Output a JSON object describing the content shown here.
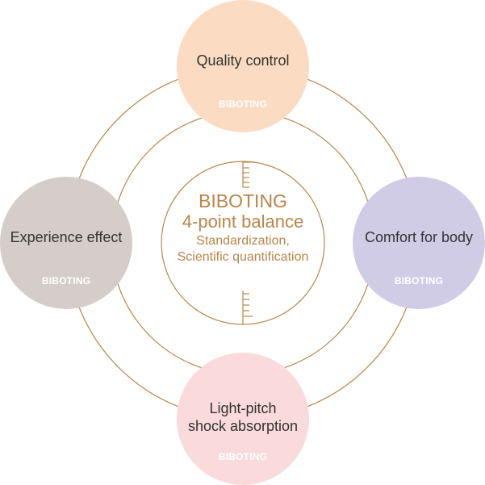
{
  "colors": {
    "ring_stroke": "#b98549",
    "center_text": "#b98549",
    "node_label": "#333333",
    "brand_text": "#ffffff"
  },
  "center": {
    "title": "BIBOTING",
    "subtitle": "4-point balance",
    "line3": "Standardization,",
    "line4": "Scientific quantification"
  },
  "nodes": [
    {
      "id": "top",
      "label": "Quality control",
      "brand": "BIBOTING",
      "color": "#fbdcc2"
    },
    {
      "id": "left",
      "label": "Experience effect",
      "brand": "BIBOTING",
      "color": "#d5cdca"
    },
    {
      "id": "right",
      "label": "Comfort for body",
      "brand": "BIBOTING",
      "color": "#d1cce6"
    },
    {
      "id": "bottom",
      "label": "Light-pitch\nshock absorption",
      "brand": "BIBOTING",
      "color": "#fadadb"
    }
  ]
}
